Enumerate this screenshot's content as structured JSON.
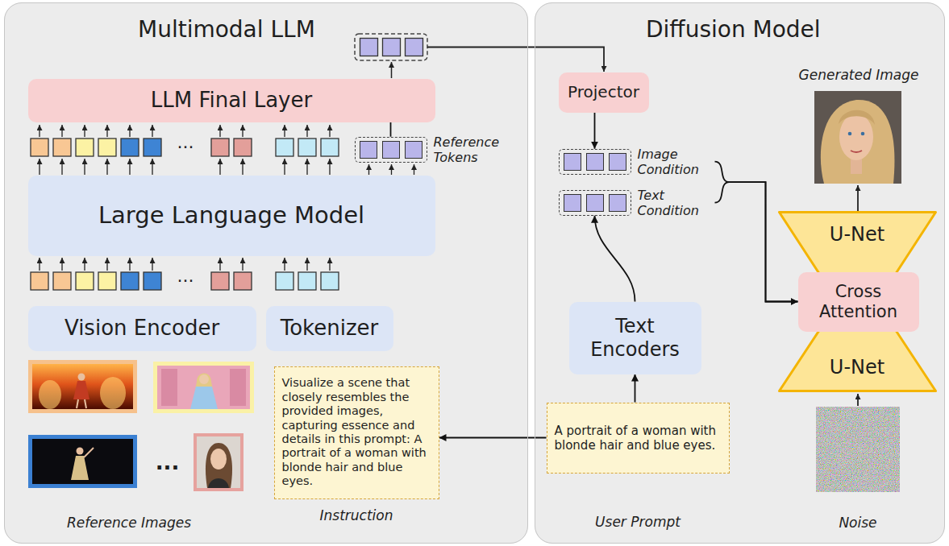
{
  "diagram": {
    "nodes": [
      {
        "text": [
          "Multimodal LLM"
        ]
      },
      {
        "text": [
          "LLM Final Layer"
        ],
        "in": 0
      },
      {
        "text": [
          "Reference Tokens"
        ],
        "in": 0
      },
      {
        "text": [
          "Large Language Model"
        ],
        "in": 0
      },
      {
        "text": [
          "Vision Encoder"
        ],
        "in": 0
      },
      {
        "text": [
          "Tokenizer"
        ],
        "in": 0
      },
      {
        "text": [
          "Visualize a scene that closely resembles the provided images, capturing essence and details in this prompt: A portrait of a woman with blonde hair and blue eyes.",
          "Instruction"
        ],
        "in": 0
      },
      {
        "text": [
          "Diffusion Model"
        ]
      },
      {
        "text": [
          "Projector"
        ],
        "in": 7
      },
      {
        "text": [
          "Image Condition"
        ],
        "in": 7
      },
      {
        "text": [
          "Text Condition"
        ],
        "in": 7
      },
      {
        "text": [
          "Text Encoders"
        ],
        "in": 7
      },
      {
        "text": [
          "A portrait of a woman with blonde hair and blue eyes.",
          "User Prompt"
        ],
        "in": 7
      },
      {
        "text": [
          "U-Net"
        ],
        "in": 7
      },
      {
        "text": [
          "Cross Attention"
        ],
        "in": 7
      },
      {
        "text": [
          "U-Net"
        ],
        "in": 7
      }
    ],
    "edges": [
      {
        "from": 2,
        "to": 1,
        "arrow": "none"
      },
      {
        "from": 8,
        "to": 9,
        "arrow": "to"
      },
      {
        "from": 11,
        "to": 10,
        "arrow": "to"
      },
      {
        "from": 12,
        "to": 11,
        "arrow": "to"
      },
      {
        "from": 12,
        "to": 6,
        "arrow": "to"
      },
      {
        "from": 9,
        "to": 14,
        "arrow": "to"
      },
      {
        "from": 10,
        "to": 14,
        "arrow": "to"
      }
    ],
    "labels": [
      "···",
      "···",
      "Reference Images",
      "...",
      "Generated Image",
      "Noise"
    ]
  }
}
